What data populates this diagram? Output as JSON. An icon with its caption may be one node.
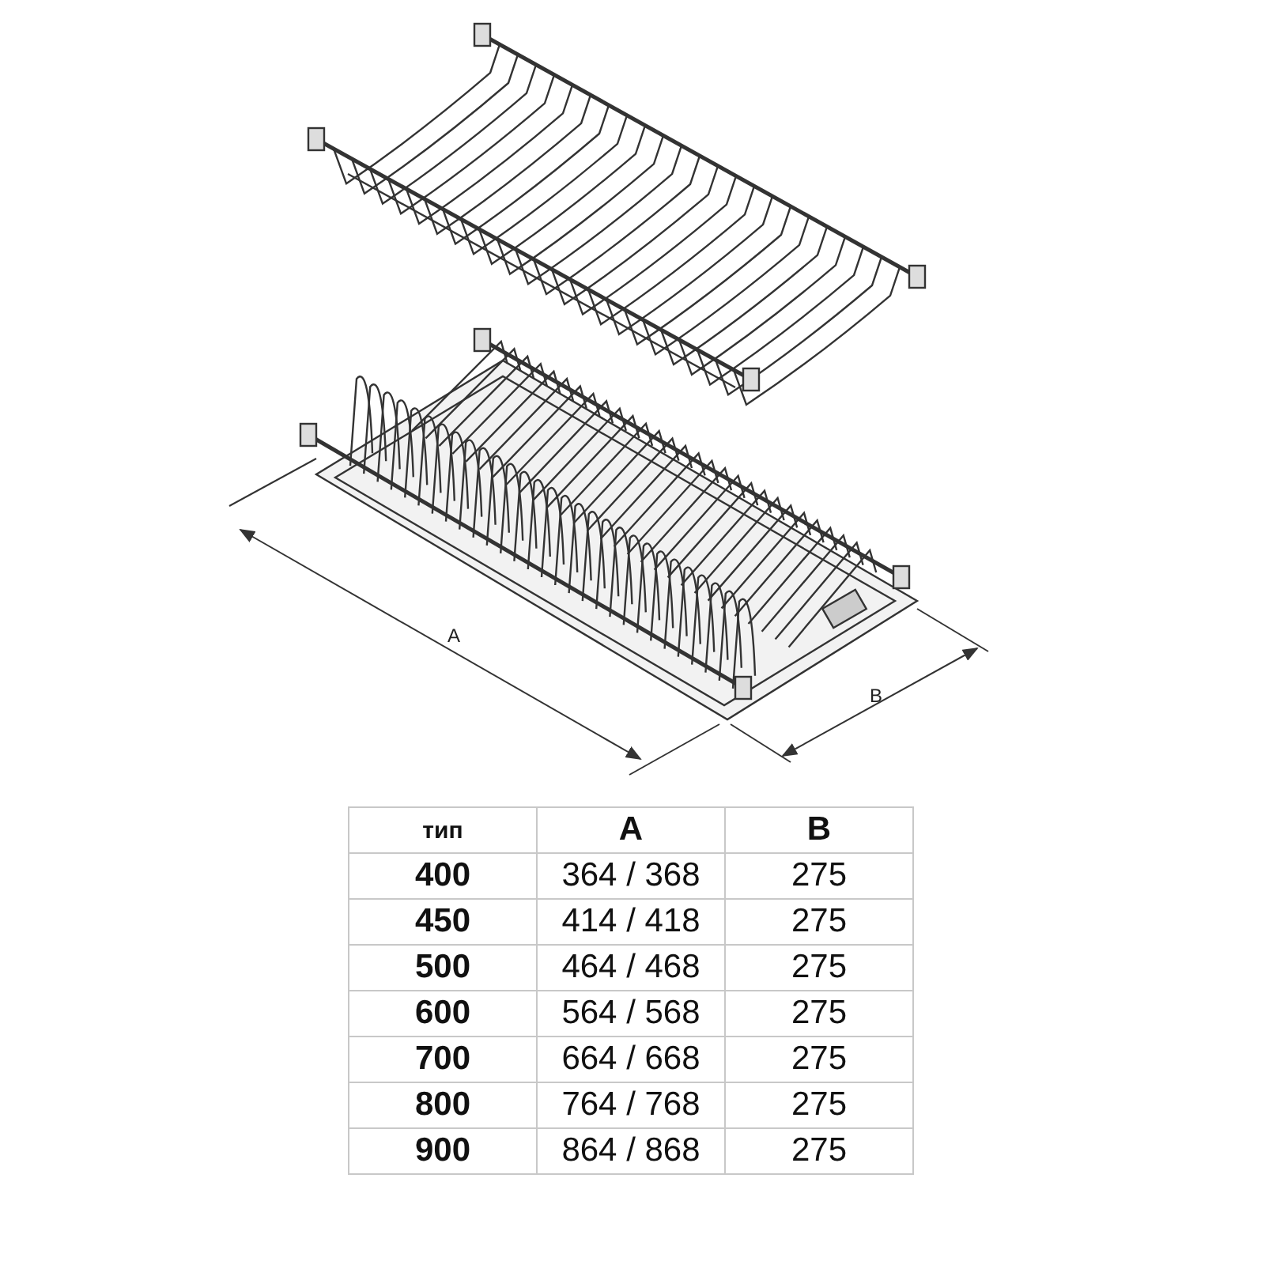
{
  "diagram": {
    "labels": [
      "A",
      "B",
      "тип",
      "A",
      "B",
      "400",
      "364 / 368",
      "275",
      "450",
      "414 / 418",
      "275",
      "500",
      "464 / 468",
      "275",
      "600",
      "564 / 568",
      "275",
      "700",
      "664 / 668",
      "275",
      "800",
      "764 / 768",
      "275",
      "900",
      "864 / 868",
      "275"
    ]
  }
}
